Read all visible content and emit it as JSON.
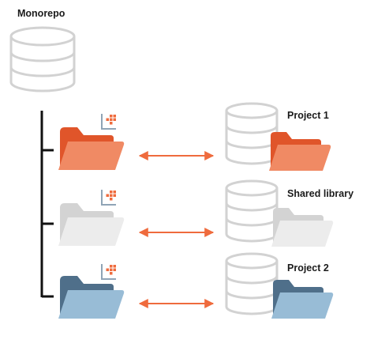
{
  "monorepo": {
    "title": "Monorepo",
    "icon": "database-icon"
  },
  "items": [
    {
      "name": "Project 1",
      "folder_color": "#ef6b3d",
      "folder_back_color": "#e0552a",
      "folder_front_color": "#f08a64",
      "badge_icon": "grid-badge-icon"
    },
    {
      "name": "Shared library",
      "folder_color": "#d8d8d8",
      "folder_back_color": "#d3d3d3",
      "folder_front_color": "#ececec",
      "badge_icon": "grid-badge-icon"
    },
    {
      "name": "Project 2",
      "folder_color": "#5f7d96",
      "folder_back_color": "#4f6f8a",
      "folder_front_color": "#98bcd6",
      "badge_icon": "grid-badge-icon"
    }
  ],
  "colors": {
    "arrow": "#ef6b3d",
    "db_stroke": "#d2d2d2",
    "tree_line": "#111111",
    "badge_frame": "#8fa4b6",
    "badge_grid": "#ef6b3d"
  }
}
